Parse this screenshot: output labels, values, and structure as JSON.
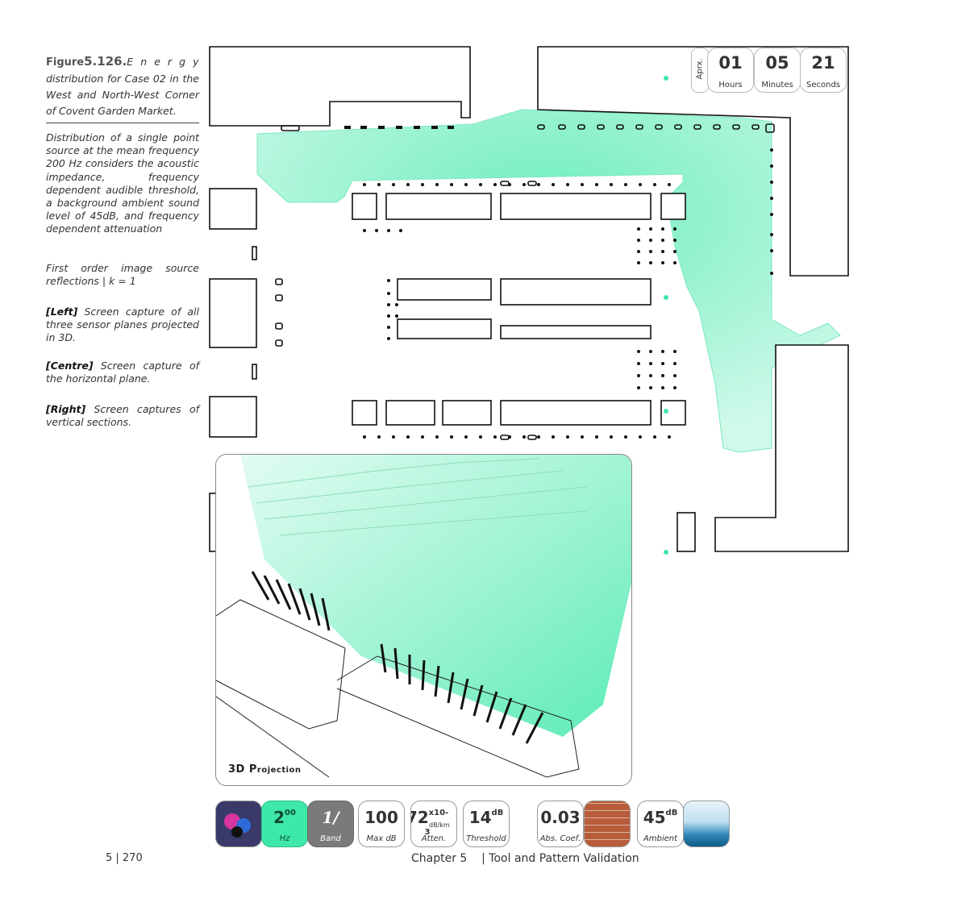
{
  "caption": {
    "fig_label_a": "Figure",
    "fig_number": "5.126.",
    "fig_first_word": "E n e r g y",
    "fig_rest": "distribution for Case 02 in the West and North-West Corner of Covent Garden Market."
  },
  "description": {
    "p1": "Distribution of a single point source at the mean frequency 200 Hz considers the acoustic impedance, frequency dependent audible threshold, a background ambient sound level of 45dB, and frequency dependent attenuation",
    "p2": "First order image source reflections | k = 1",
    "p3_tag": "[Left]",
    "p3": " Screen capture of all three sensor planes projected in 3D.",
    "p4_tag": "[Centre]",
    "p4": " Screen capture of the horizontal plane.",
    "p5_tag": "[Right]",
    "p5": " Screen captures of vertical sections."
  },
  "timer": {
    "aprx": "Aprx.",
    "hours_value": "01",
    "hours_label": "Hours",
    "minutes_value": "05",
    "minutes_label": "Minutes",
    "seconds_value": "21",
    "seconds_label": "Seconds"
  },
  "projection": {
    "label_a": "3D P",
    "label_b": "rojection"
  },
  "params": {
    "freq_value": "2",
    "freq_sup": "00",
    "freq_label": "Hz",
    "band_value": "1/",
    "band_label": "Band",
    "maxdb_value": "100",
    "maxdb_label": "Max dB",
    "atten_value": "72",
    "atten_sup": "x10-3",
    "atten_unit": "dB/km",
    "atten_label": "Atten.",
    "threshold_value": "14",
    "threshold_sup": "dB",
    "threshold_label": "Threshold",
    "abscoef_value": "0.03",
    "abscoef_label": "Abs. Coef.",
    "ambient_value": "45",
    "ambient_sup": "dB",
    "ambient_label": "Ambient"
  },
  "footer": {
    "page": "5 | 270",
    "chapter": "Chapter 5    | Tool and Pattern Validation"
  },
  "colors": {
    "energy": "#3ee8a8",
    "outline": "#111111"
  }
}
